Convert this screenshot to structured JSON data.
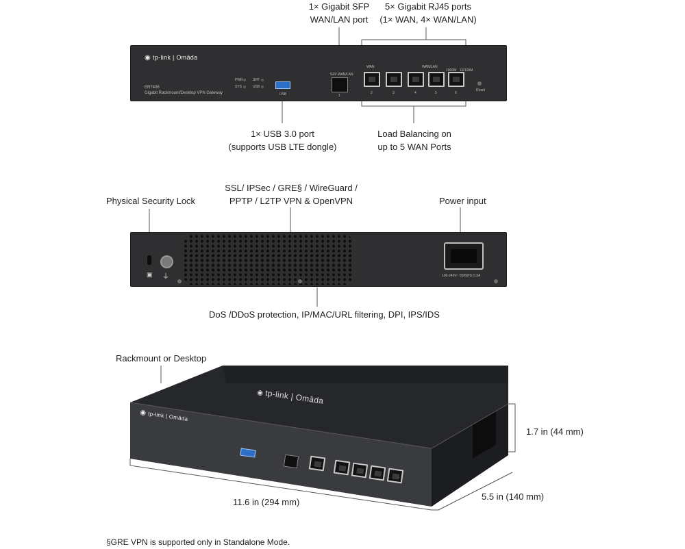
{
  "callouts": {
    "sfp": [
      "1× Gigabit SFP",
      "WAN/LAN port"
    ],
    "rj45": [
      "5× Gigabit RJ45 ports",
      "(1× WAN, 4× WAN/LAN)"
    ],
    "usb": [
      "1× USB 3.0 port",
      "(supports USB LTE dongle)"
    ],
    "balancing": [
      "Load Balancing on",
      "up to 5 WAN Ports"
    ],
    "lock": "Physical Security Lock",
    "vpn": [
      "SSL/ IPSec / GRE§ / WireGuard /",
      "PPTP / L2TP VPN & OpenVPN"
    ],
    "power": "Power input",
    "security": "DoS /DDoS protection, IP/MAC/URL filtering, DPI, IPS/IDS",
    "mount": "Rackmount or Desktop",
    "height": "1.7 in (44 mm)",
    "width": "11.6 in (294 mm)",
    "depth": "5.5 in (140 mm)"
  },
  "footnote": "§GRE VPN is supported only in Standalone Mode.",
  "device": {
    "logo": "tp-link | Omāda",
    "model": "ER7406",
    "description": "Gigabit Rackmount/Desktop VPN Gateway",
    "leds": [
      "PWR",
      "SYS",
      "SFP",
      "USB"
    ],
    "usb_label": "USB",
    "sfp_label": "SFP WAN/LAN",
    "wan_label": "WAN",
    "wanlan_label": "WAN/LAN",
    "speed_labels": [
      "1000M",
      "10/100M"
    ],
    "reset_label": "Reset",
    "port_numbers": [
      "1",
      "2",
      "3",
      "4",
      "5",
      "6"
    ],
    "power_rating": "100-240V~ 50/60Hz 0.3A"
  },
  "colors": {
    "chassis": "#2f2f31",
    "usb_port": "#2b6fc9",
    "callout_line": "#555555"
  }
}
